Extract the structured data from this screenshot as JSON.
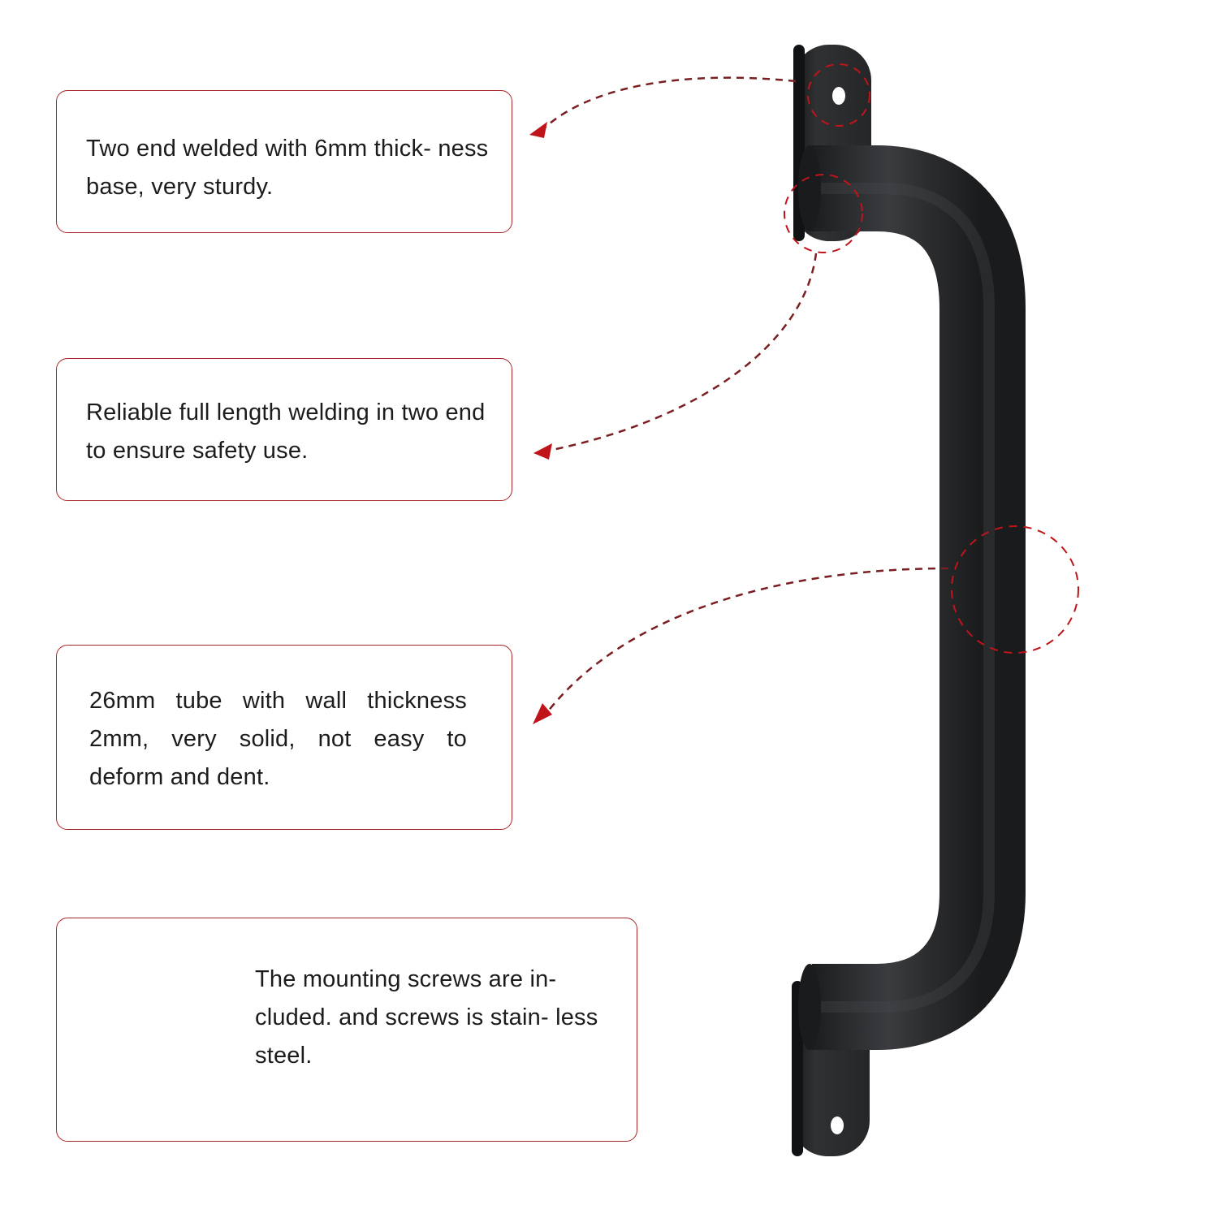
{
  "callouts": [
    {
      "id": "base",
      "text": "Two end welded with 6mm thick- ness base, very sturdy."
    },
    {
      "id": "welding",
      "text": "Reliable full length welding in two end to ensure safety use."
    },
    {
      "id": "tube",
      "text": "26mm tube with wall thickness 2mm, very solid, not easy to deform and dent."
    },
    {
      "id": "screws",
      "text": "The mounting screws are in- cluded. and screws  is stain- less steel."
    }
  ],
  "colors": {
    "accent": "#a8262a",
    "arrow": "#c0141b",
    "handle": "#2b2c2e",
    "screw": "#c4c7ca"
  },
  "images": {
    "product": "black-grab-bar-handle",
    "screw": "hex-head-mounting-screw"
  }
}
